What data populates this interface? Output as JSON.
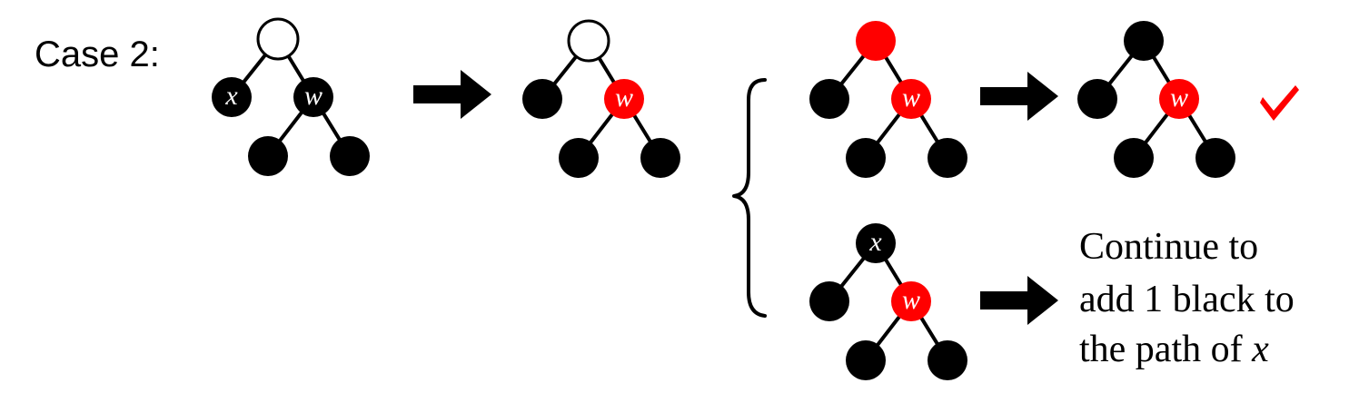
{
  "case_label": "Case 2:",
  "note": {
    "line1": "Continue to",
    "line2": "add 1 black to",
    "line3_prefix": "the path of ",
    "line3_var": "x"
  },
  "colors": {
    "black": "#000000",
    "red": "#ff0000",
    "white": "#ffffff"
  },
  "trees": [
    {
      "id": "initial",
      "nodes": {
        "root": {
          "color": "white",
          "label": ""
        },
        "left": {
          "color": "black",
          "label": "x"
        },
        "right": {
          "color": "black",
          "label": "w"
        },
        "right_left": {
          "color": "black",
          "label": ""
        },
        "right_right": {
          "color": "black",
          "label": ""
        }
      }
    },
    {
      "id": "recolored",
      "nodes": {
        "root": {
          "color": "white",
          "label": ""
        },
        "left": {
          "color": "black",
          "label": ""
        },
        "right": {
          "color": "red",
          "label": "w"
        },
        "right_left": {
          "color": "black",
          "label": ""
        },
        "right_right": {
          "color": "black",
          "label": ""
        }
      }
    },
    {
      "id": "red-parent",
      "nodes": {
        "root": {
          "color": "red",
          "label": ""
        },
        "left": {
          "color": "black",
          "label": ""
        },
        "right": {
          "color": "red",
          "label": "w"
        },
        "right_left": {
          "color": "black",
          "label": ""
        },
        "right_right": {
          "color": "black",
          "label": ""
        }
      }
    },
    {
      "id": "red-parent-fixed",
      "nodes": {
        "root": {
          "color": "black",
          "label": ""
        },
        "left": {
          "color": "black",
          "label": ""
        },
        "right": {
          "color": "red",
          "label": "w"
        },
        "right_left": {
          "color": "black",
          "label": ""
        },
        "right_right": {
          "color": "black",
          "label": ""
        }
      }
    },
    {
      "id": "black-parent",
      "nodes": {
        "root": {
          "color": "black",
          "label": "x"
        },
        "left": {
          "color": "black",
          "label": ""
        },
        "right": {
          "color": "red",
          "label": "w"
        },
        "right_left": {
          "color": "black",
          "label": ""
        },
        "right_right": {
          "color": "black",
          "label": ""
        }
      }
    }
  ],
  "icons": {
    "arrow": "right-arrow-icon",
    "check": "checkmark-icon",
    "brace": "left-curly-brace-icon"
  }
}
